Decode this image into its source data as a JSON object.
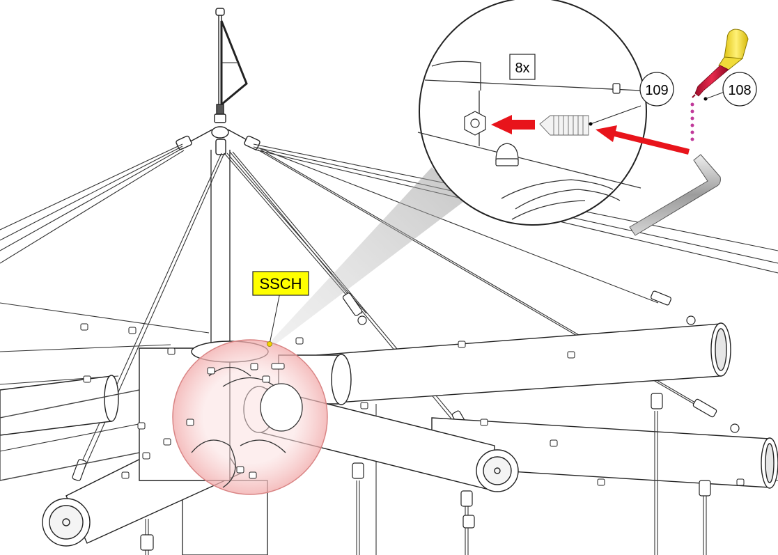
{
  "callouts": {
    "quantity": "8x",
    "part_screw": "109",
    "part_adhesive": "108",
    "detail_ref": "SSCH"
  },
  "colors": {
    "arrow": "#e8141b",
    "highlight": "#f4b8b8",
    "label_bg": "#ffff00",
    "glue_tip": "#d4144c",
    "glue_cap": "#f5e13b",
    "glue_drops": "#c0399a"
  },
  "icons": [
    "adhesive-bottle-icon",
    "hex-key-icon",
    "set-screw-icon"
  ]
}
